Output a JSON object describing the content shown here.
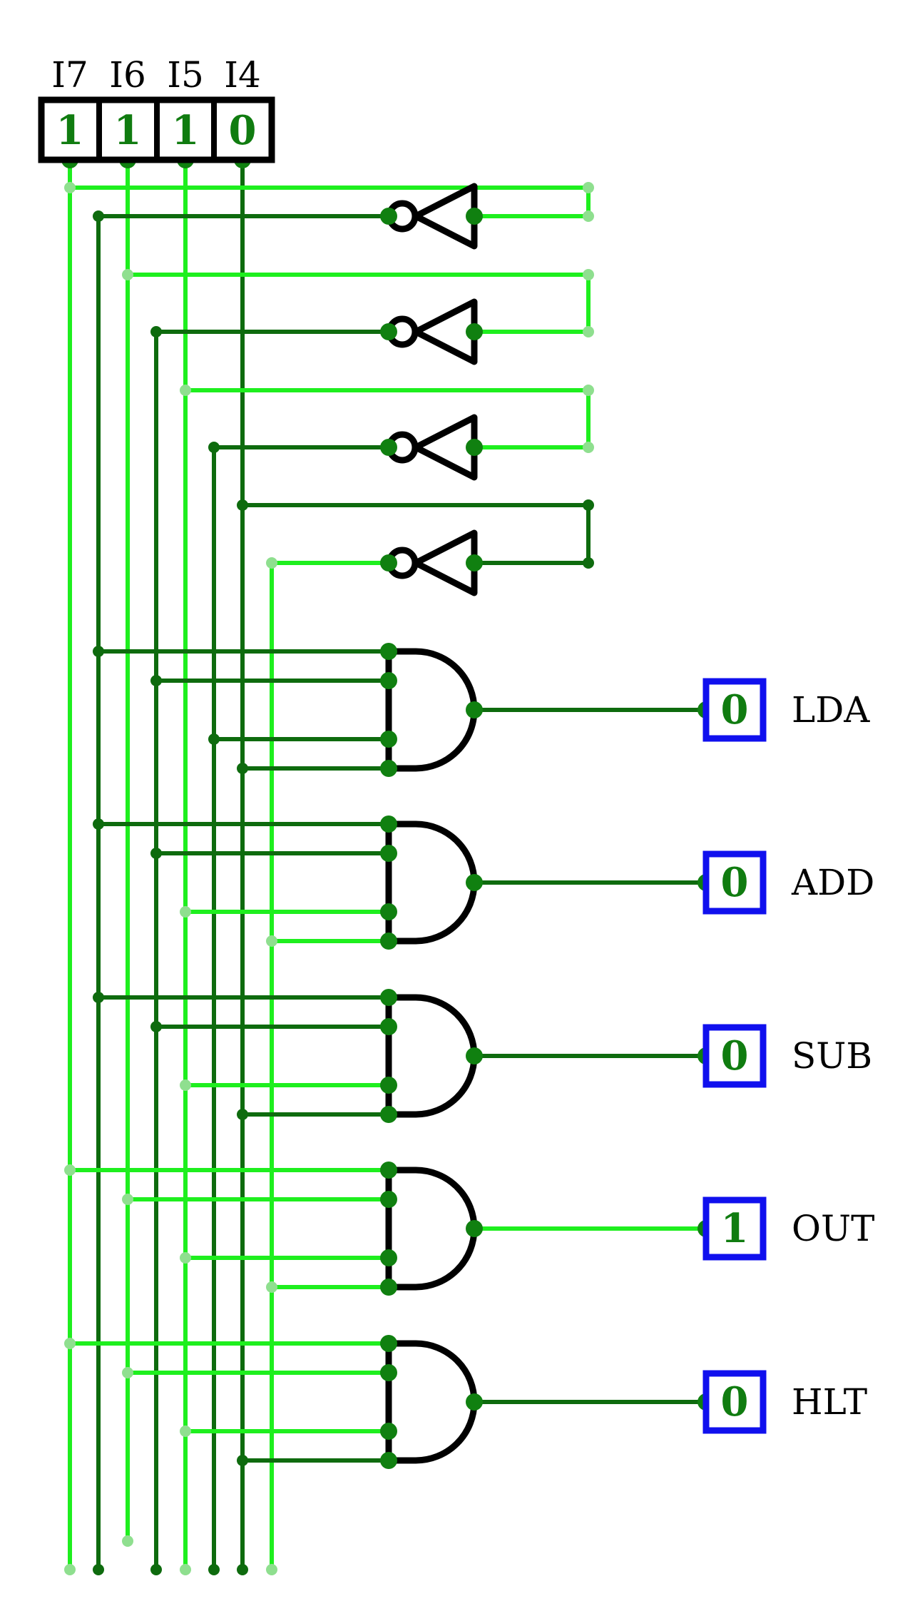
{
  "colors": {
    "wire_on": "#1eef1e",
    "wire_off": "#0e6b0e",
    "node_on": "#8fdf8f",
    "node_off": "#0e6b0e",
    "pin": "#108010",
    "digit": "#107c10",
    "gate_stroke": "#000000",
    "output_box": "#1010ee"
  },
  "inputs": [
    {
      "label": "I7",
      "value": "1"
    },
    {
      "label": "I6",
      "value": "1"
    },
    {
      "label": "I5",
      "value": "1"
    },
    {
      "label": "I4",
      "value": "0"
    }
  ],
  "outputs": [
    {
      "label": "LDA",
      "value": "0"
    },
    {
      "label": "ADD",
      "value": "0"
    },
    {
      "label": "SUB",
      "value": "0"
    },
    {
      "label": "OUT",
      "value": "1"
    },
    {
      "label": "HLT",
      "value": "0"
    }
  ],
  "gates": {
    "not_count": 4,
    "and_gates": [
      {
        "output": "LDA",
        "terms": [
          "I7'",
          "I6'",
          "I5'",
          "I4"
        ]
      },
      {
        "output": "ADD",
        "terms": [
          "I7'",
          "I6'",
          "I5",
          "I4'"
        ]
      },
      {
        "output": "SUB",
        "terms": [
          "I7'",
          "I6'",
          "I5",
          "I4"
        ]
      },
      {
        "output": "OUT",
        "terms": [
          "I7",
          "I6",
          "I5",
          "I4'"
        ]
      },
      {
        "output": "HLT",
        "terms": [
          "I7",
          "I6",
          "I5",
          "I4"
        ]
      }
    ]
  }
}
